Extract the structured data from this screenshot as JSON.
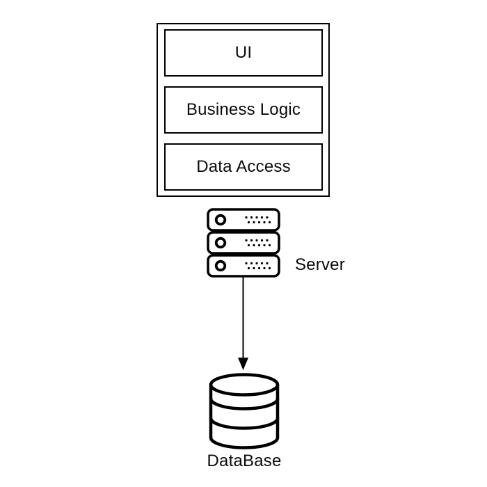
{
  "diagram": {
    "type": "three-tier-architecture",
    "stack": {
      "layers": [
        {
          "label": "UI"
        },
        {
          "label": "Business Logic"
        },
        {
          "label": "Data Access"
        }
      ]
    },
    "server": {
      "label": "Server",
      "icon": "server-rack-icon",
      "units": 3
    },
    "database": {
      "label": "DataBase",
      "icon": "database-cylinder-icon",
      "disks": 3
    },
    "connector": {
      "icon": "arrow-down",
      "from": "server",
      "to": "database"
    },
    "colors": {
      "stroke": "#000000",
      "background": "#ffffff",
      "text": "#0b0b0b"
    }
  }
}
